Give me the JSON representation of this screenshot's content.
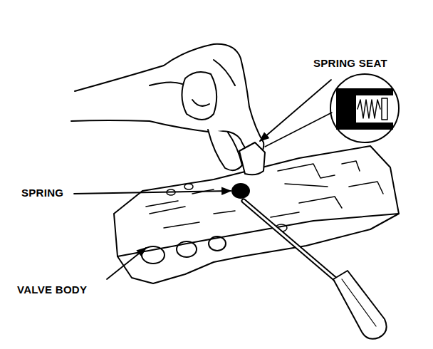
{
  "diagram": {
    "labels": [
      "SPRING SEAT",
      "SPRING",
      "VALVE BODY"
    ]
  }
}
